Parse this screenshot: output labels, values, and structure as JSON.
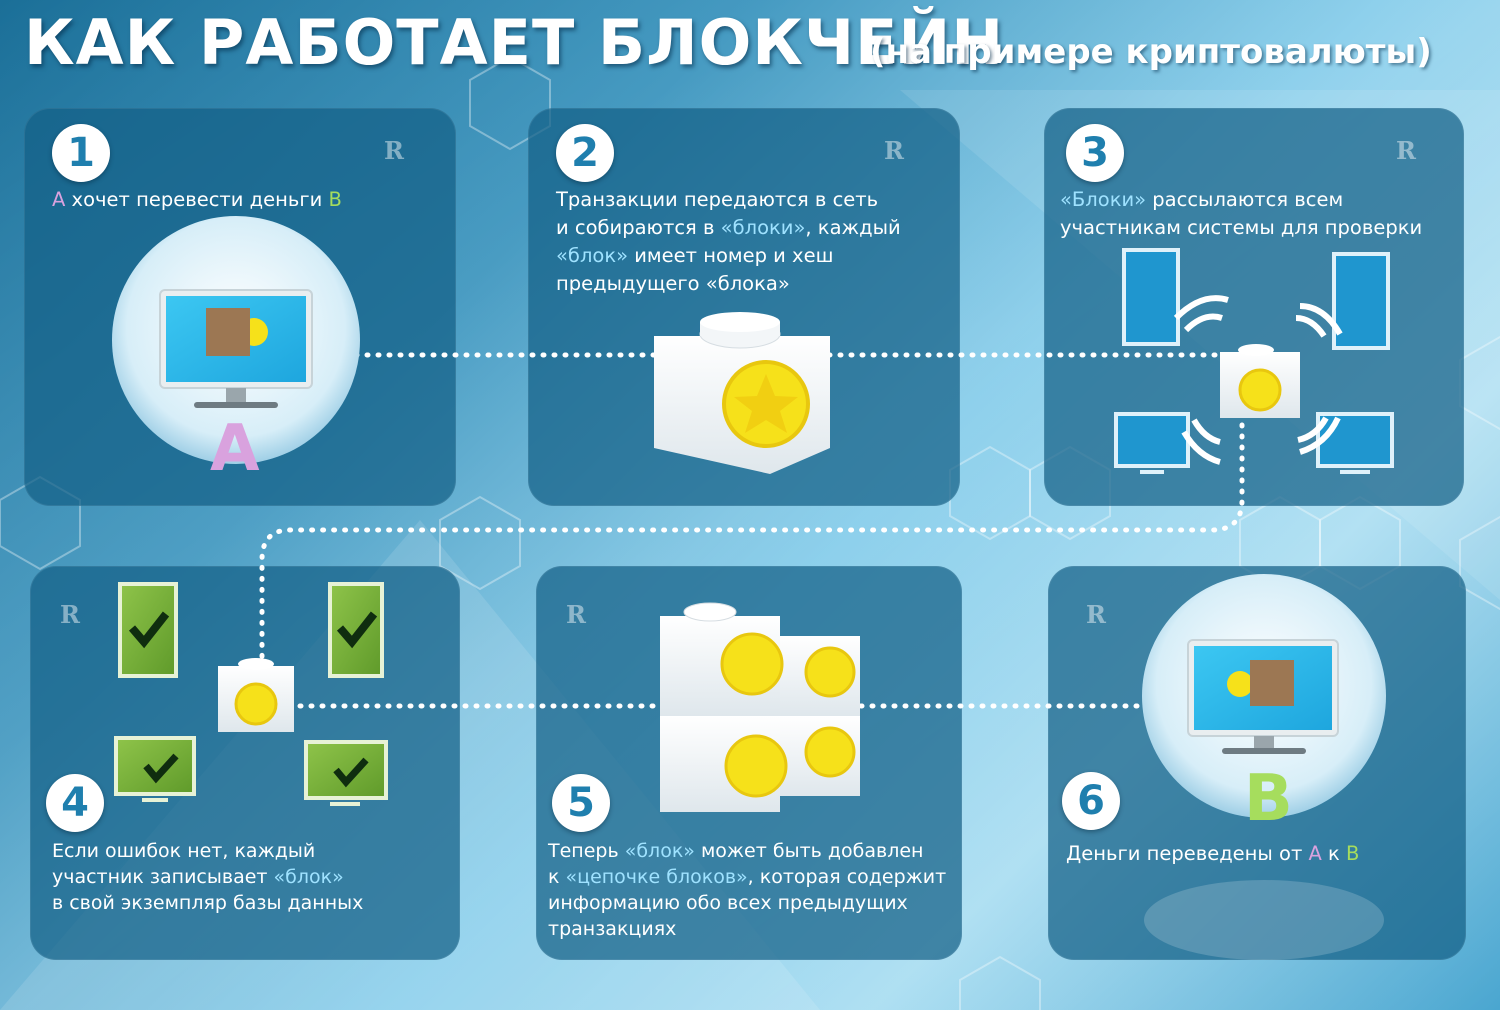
{
  "title": {
    "main": "КАК РАБОТАЕТ БЛОКЧЕЙН",
    "sub": "(на примере криптовалюты)"
  },
  "watermark": "R",
  "colors": {
    "party_a": "#d9a2de",
    "party_b": "#a6dd5d",
    "quote": "#9fe2ff",
    "coin": "#f6e11a",
    "check_panel": "#7ab03a"
  },
  "steps": [
    {
      "number": "1",
      "text_parts": [
        {
          "text": "А",
          "style": "a"
        },
        {
          "text": " хочет перевести деньги ",
          "style": "plain"
        },
        {
          "text": "В",
          "style": "b"
        }
      ],
      "letter": "А"
    },
    {
      "number": "2",
      "lines": [
        [
          {
            "text": "Транзакции передаются в сеть",
            "style": "plain"
          }
        ],
        [
          {
            "text": "и собираются в ",
            "style": "plain"
          },
          {
            "text": "«блоки»",
            "style": "q"
          },
          {
            "text": ", каждый",
            "style": "plain"
          }
        ],
        [
          {
            "text": "«блок»",
            "style": "q"
          },
          {
            "text": " имеет номер и хеш",
            "style": "plain"
          }
        ],
        [
          {
            "text": "предыдущего «блока»",
            "style": "plain"
          }
        ]
      ]
    },
    {
      "number": "3",
      "lines": [
        [
          {
            "text": "«Блоки»",
            "style": "q"
          },
          {
            "text": " рассылаются всем",
            "style": "plain"
          }
        ],
        [
          {
            "text": "участникам системы для проверки",
            "style": "plain"
          }
        ]
      ]
    },
    {
      "number": "4",
      "lines": [
        [
          {
            "text": "Если ошибок нет, каждый",
            "style": "plain"
          }
        ],
        [
          {
            "text": "участник записывает ",
            "style": "plain"
          },
          {
            "text": "«блок»",
            "style": "q"
          }
        ],
        [
          {
            "text": "в свой экземпляр базы данных",
            "style": "plain"
          }
        ]
      ]
    },
    {
      "number": "5",
      "lines": [
        [
          {
            "text": "Теперь ",
            "style": "plain"
          },
          {
            "text": "«блок»",
            "style": "q"
          },
          {
            "text": " может быть добавлен",
            "style": "plain"
          }
        ],
        [
          {
            "text": "к ",
            "style": "plain"
          },
          {
            "text": "«цепочке блоков»",
            "style": "q"
          },
          {
            "text": ", которая содержит",
            "style": "plain"
          }
        ],
        [
          {
            "text": "информацию обо всех предыдущих",
            "style": "plain"
          }
        ],
        [
          {
            "text": "транзакциях",
            "style": "plain"
          }
        ]
      ]
    },
    {
      "number": "6",
      "text_parts": [
        {
          "text": "Деньги переведены от ",
          "style": "plain"
        },
        {
          "text": "А",
          "style": "a"
        },
        {
          "text": " к ",
          "style": "plain"
        },
        {
          "text": "В",
          "style": "b"
        }
      ],
      "letter": "В"
    }
  ],
  "icons": {
    "step1": "monitor-with-wallet-icon",
    "step2": "coin-block-icon",
    "step3": "network-broadcast-icon",
    "step4": "verified-devices-icon",
    "step5": "block-chain-icon",
    "step6": "monitor-with-wallet-icon"
  }
}
